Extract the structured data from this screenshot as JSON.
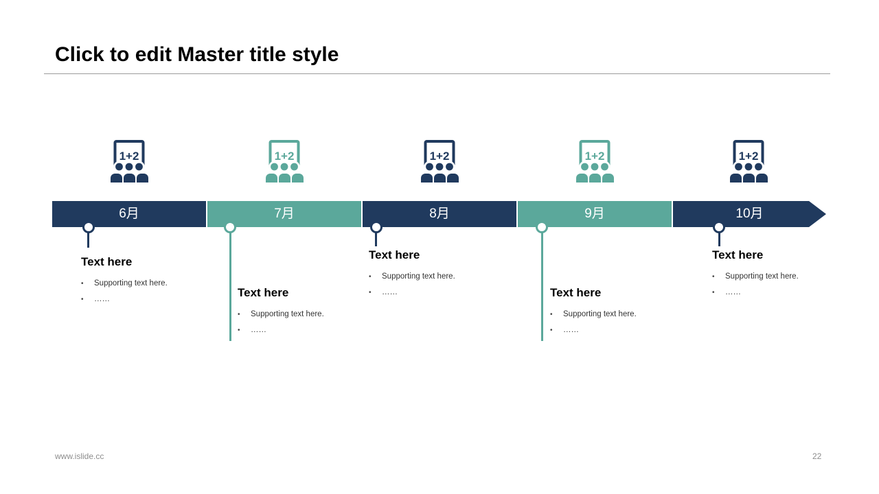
{
  "slide": {
    "title": "Click to edit Master title style",
    "footer": {
      "url": "www.islide.cc",
      "page_number": "22"
    }
  },
  "theme": {
    "navy": "#203A5E",
    "teal": "#5BA89B",
    "rule_gray": "#9A9A9A",
    "footer_gray": "#8D8D8D"
  },
  "icon": {
    "name": "classroom-board-audience-icon",
    "label": "1+2"
  },
  "columns": [
    {
      "month": "6月",
      "color": "navy",
      "title": "Text here",
      "bullets": [
        "Supporting text here.",
        "……"
      ]
    },
    {
      "month": "7月",
      "color": "teal",
      "title": "Text here",
      "bullets": [
        "Supporting text here.",
        "……"
      ]
    },
    {
      "month": "8月",
      "color": "navy",
      "title": "Text here",
      "bullets": [
        "Supporting text here.",
        "……"
      ]
    },
    {
      "month": "9月",
      "color": "teal",
      "title": "Text here",
      "bullets": [
        "Supporting text here.",
        "……"
      ]
    },
    {
      "month": "10月",
      "color": "navy",
      "title": "Text here",
      "bullets": [
        "Supporting text here.",
        "……"
      ]
    }
  ]
}
